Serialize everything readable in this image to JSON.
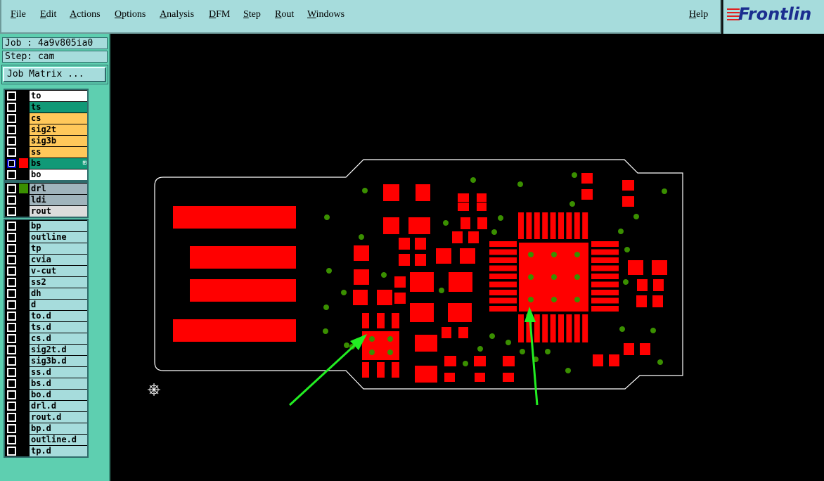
{
  "menu": [
    "File",
    "Edit",
    "Actions",
    "Options",
    "Analysis",
    "DFM",
    "Step",
    "Rout",
    "Windows"
  ],
  "help": "Help",
  "logo": "Frontlin",
  "job": "Job : 4a9v805ia0",
  "step": "Step: cam",
  "job_matrix": "Job Matrix ...",
  "colors": {
    "pad": "#ff0000",
    "via": "#3a8f00",
    "outline": "#ffffff",
    "arrow": "#22ee22",
    "board_bg": "#000000"
  },
  "layer_groups": [
    [
      {
        "name": "to",
        "bg": "#ffffff"
      },
      {
        "name": "ts",
        "bg": "#119977"
      },
      {
        "name": "cs",
        "bg": "#ffc85a"
      },
      {
        "name": "sig2t",
        "bg": "#ffc85a"
      },
      {
        "name": "sig3b",
        "bg": "#ffc85a"
      },
      {
        "name": "ss",
        "bg": "#ffc85a"
      },
      {
        "name": "bs",
        "bg": "#119977",
        "swatch": "#ff0000",
        "active": true
      },
      {
        "name": "bo",
        "bg": "#ffffff"
      }
    ],
    [
      {
        "name": "drl",
        "bg": "#a0b4bc",
        "swatch": "#3a8f00"
      },
      {
        "name": "ldi",
        "bg": "#a0b4bc"
      },
      {
        "name": "rout",
        "bg": "#dcdcdc"
      }
    ],
    [
      {
        "name": "bp"
      },
      {
        "name": "outline"
      },
      {
        "name": "tp"
      },
      {
        "name": "cvia"
      },
      {
        "name": "v-cut"
      },
      {
        "name": "ss2"
      },
      {
        "name": "dh"
      },
      {
        "name": "d"
      },
      {
        "name": "to.d"
      },
      {
        "name": "ts.d"
      },
      {
        "name": "cs.d"
      },
      {
        "name": "sig2t.d"
      },
      {
        "name": "sig3b.d"
      },
      {
        "name": "ss.d"
      },
      {
        "name": "bs.d"
      },
      {
        "name": "bo.d"
      },
      {
        "name": "drl.d"
      },
      {
        "name": "rout.d"
      },
      {
        "name": "bp.d"
      },
      {
        "name": "outline.d"
      },
      {
        "name": "tp.d"
      }
    ]
  ]
}
